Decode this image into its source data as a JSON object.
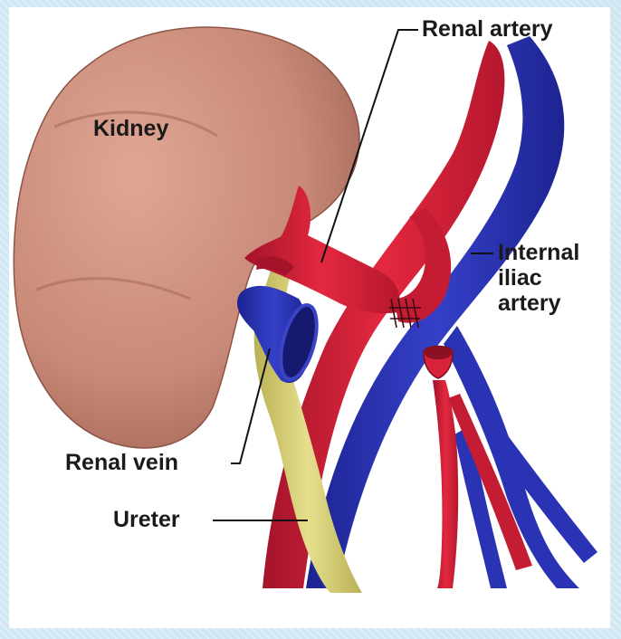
{
  "labels": {
    "kidney": "Kidney",
    "renal_artery": "Renal artery",
    "internal_iliac": "Internal\niliac\nartery",
    "renal_vein": "Renal vein",
    "ureter": "Ureter"
  },
  "colors": {
    "background": "#cfe6f3",
    "kidney": "#c98a78",
    "artery": "#d8213a",
    "vein": "#2b33b5",
    "ureter": "#d9d27a"
  }
}
